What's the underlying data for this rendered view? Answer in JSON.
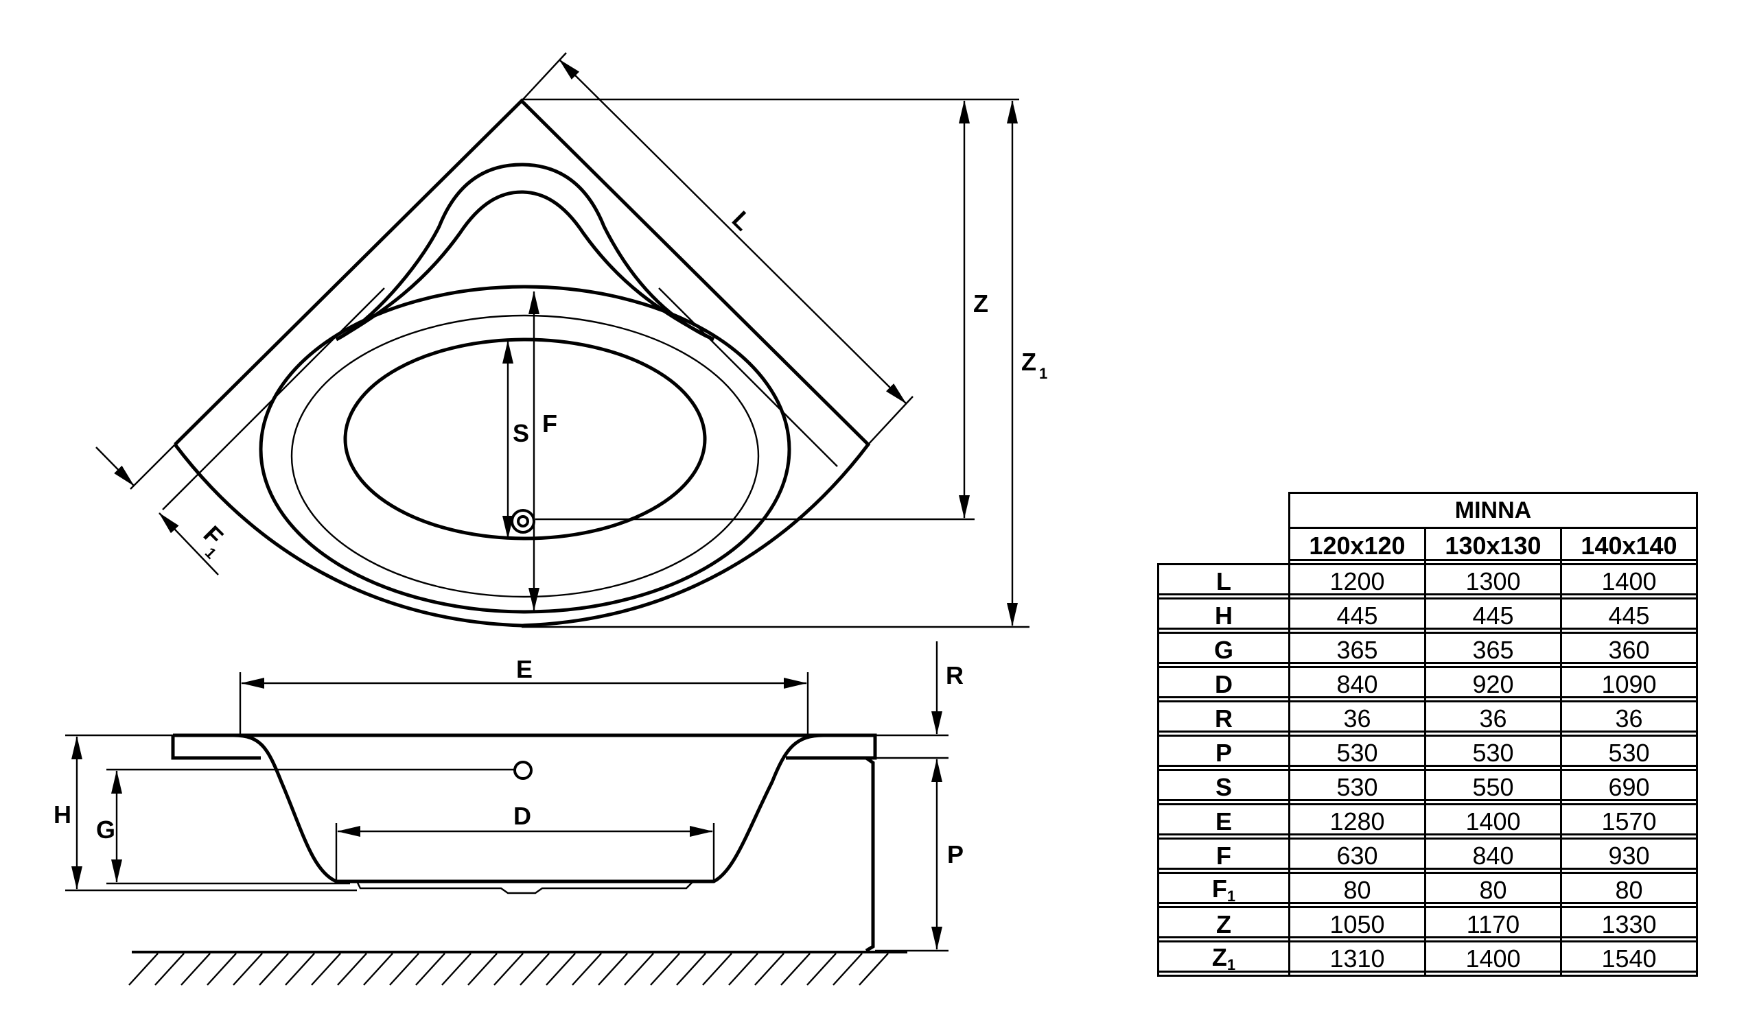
{
  "drawing": {
    "top_view_labels": {
      "L": "L",
      "Z": "Z",
      "Z1_main": "Z",
      "Z1_sub": "1",
      "S": "S",
      "F": "F",
      "F1_main": "F",
      "F1_sub": "1"
    },
    "side_view_labels": {
      "E": "E",
      "R": "R",
      "H": "H",
      "G": "G",
      "D": "D",
      "P": "P"
    }
  },
  "table": {
    "model": "MINNA",
    "sizes": [
      "120x120",
      "130x130",
      "140x140"
    ],
    "rows": [
      {
        "key": "L",
        "sub": "",
        "values": [
          "1200",
          "1300",
          "1400"
        ]
      },
      {
        "key": "H",
        "sub": "",
        "values": [
          "445",
          "445",
          "445"
        ]
      },
      {
        "key": "G",
        "sub": "",
        "values": [
          "365",
          "365",
          "360"
        ]
      },
      {
        "key": "D",
        "sub": "",
        "values": [
          "840",
          "920",
          "1090"
        ]
      },
      {
        "key": "R",
        "sub": "",
        "values": [
          "36",
          "36",
          "36"
        ]
      },
      {
        "key": "P",
        "sub": "",
        "values": [
          "530",
          "530",
          "530"
        ]
      },
      {
        "key": "S",
        "sub": "",
        "values": [
          "530",
          "550",
          "690"
        ]
      },
      {
        "key": "E",
        "sub": "",
        "values": [
          "1280",
          "1400",
          "1570"
        ]
      },
      {
        "key": "F",
        "sub": "",
        "values": [
          "630",
          "840",
          "930"
        ]
      },
      {
        "key": "F",
        "sub": "1",
        "values": [
          "80",
          "80",
          "80"
        ]
      },
      {
        "key": "Z",
        "sub": "",
        "values": [
          "1050",
          "1170",
          "1330"
        ]
      },
      {
        "key": "Z",
        "sub": "1",
        "values": [
          "1310",
          "1400",
          "1540"
        ]
      }
    ]
  }
}
